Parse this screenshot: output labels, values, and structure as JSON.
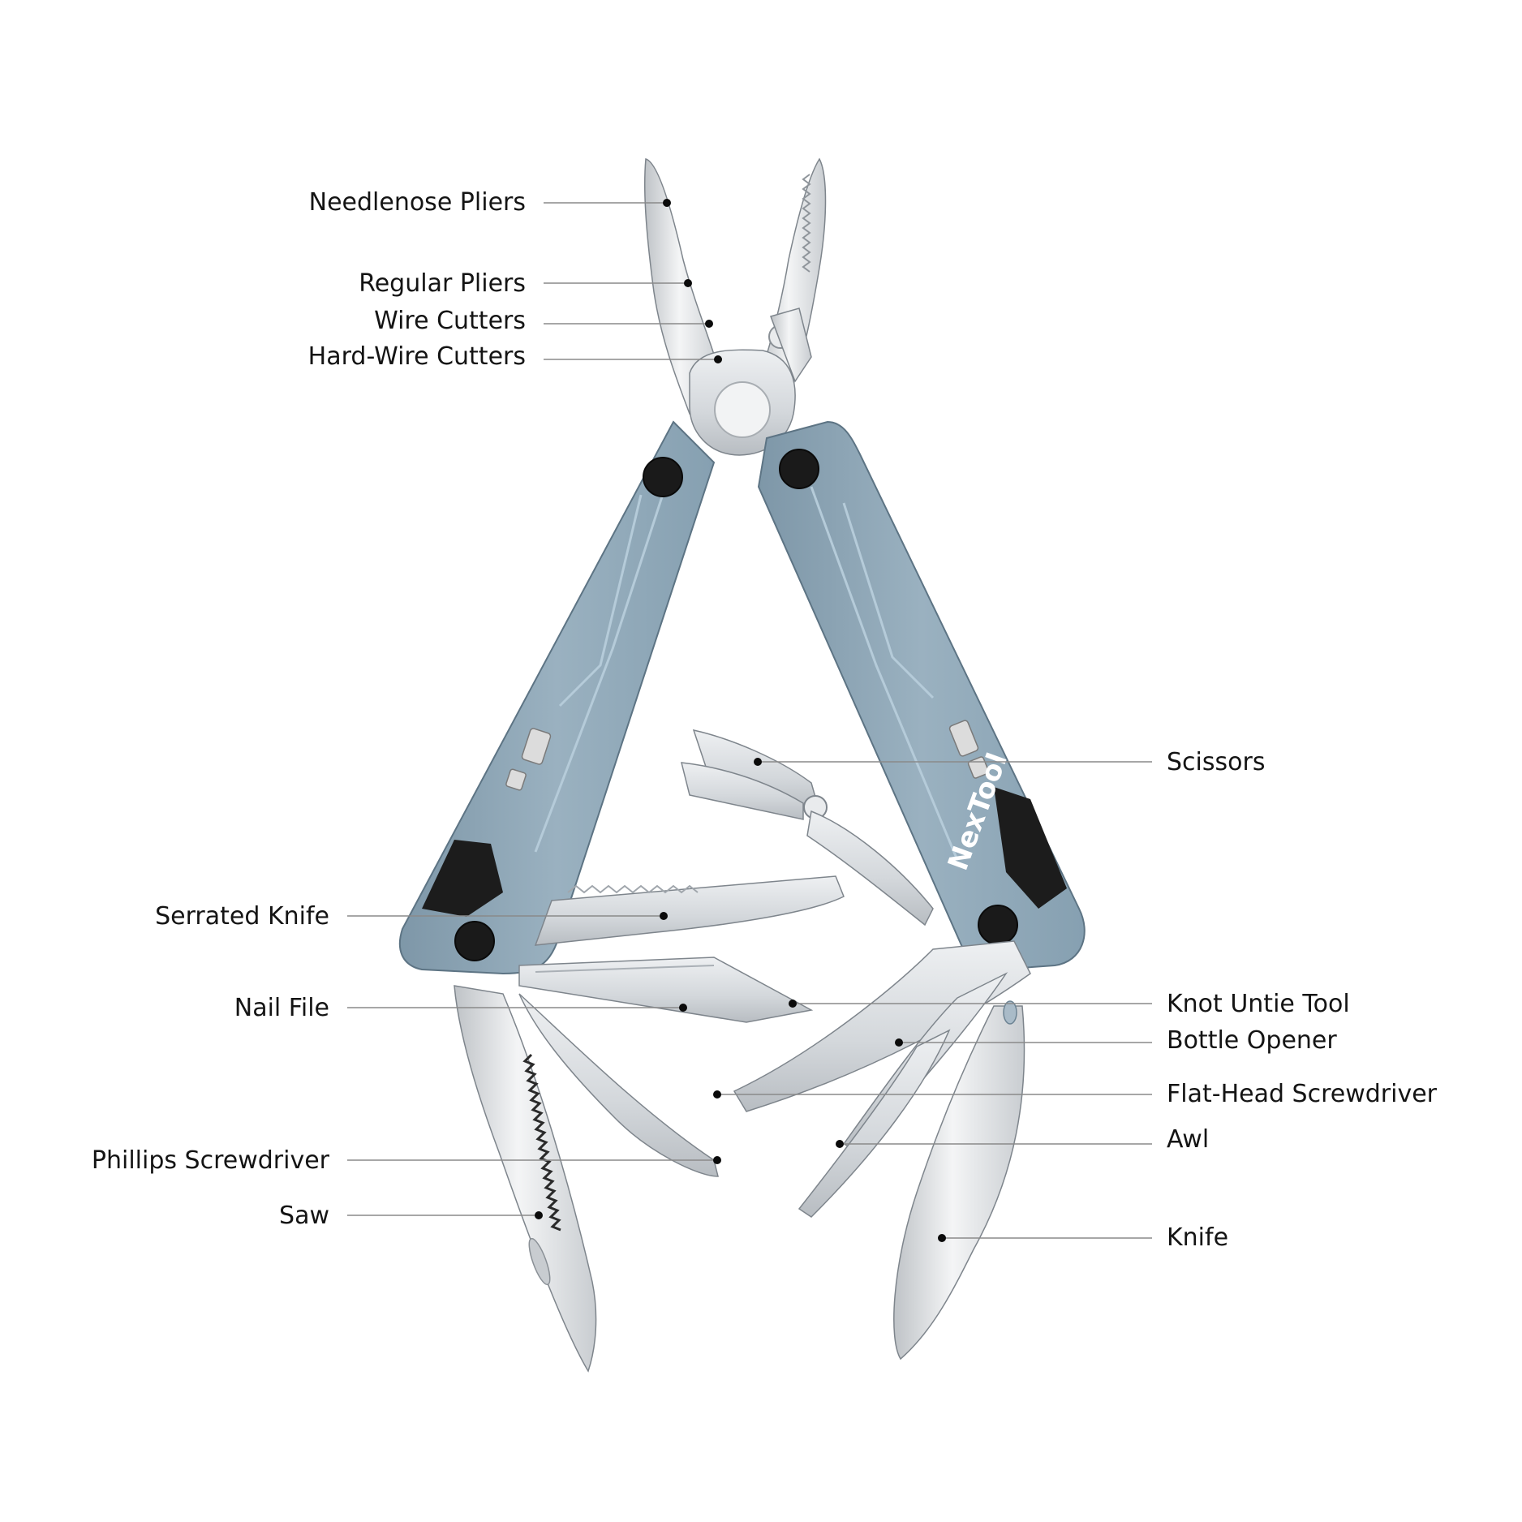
{
  "brand_text": "NexTool",
  "colors": {
    "handle": "#8ea6b6",
    "steel": "#d9dcdf",
    "label": "#141414",
    "leader": "#8a8a8a"
  },
  "labels": {
    "needlenose_pliers": "Needlenose Pliers",
    "regular_pliers": "Regular Pliers",
    "wire_cutters": "Wire Cutters",
    "hard_wire_cutters": "Hard-Wire Cutters",
    "scissors": "Scissors",
    "serrated_knife": "Serrated Knife",
    "nail_file": "Nail File",
    "knot_untie_tool": "Knot Untie Tool",
    "bottle_opener": "Bottle Opener",
    "flat_head_screwdriver": "Flat-Head Screwdriver",
    "awl": "Awl",
    "phillips_screwdriver": "Phillips Screwdriver",
    "saw": "Saw",
    "knife": "Knife"
  }
}
